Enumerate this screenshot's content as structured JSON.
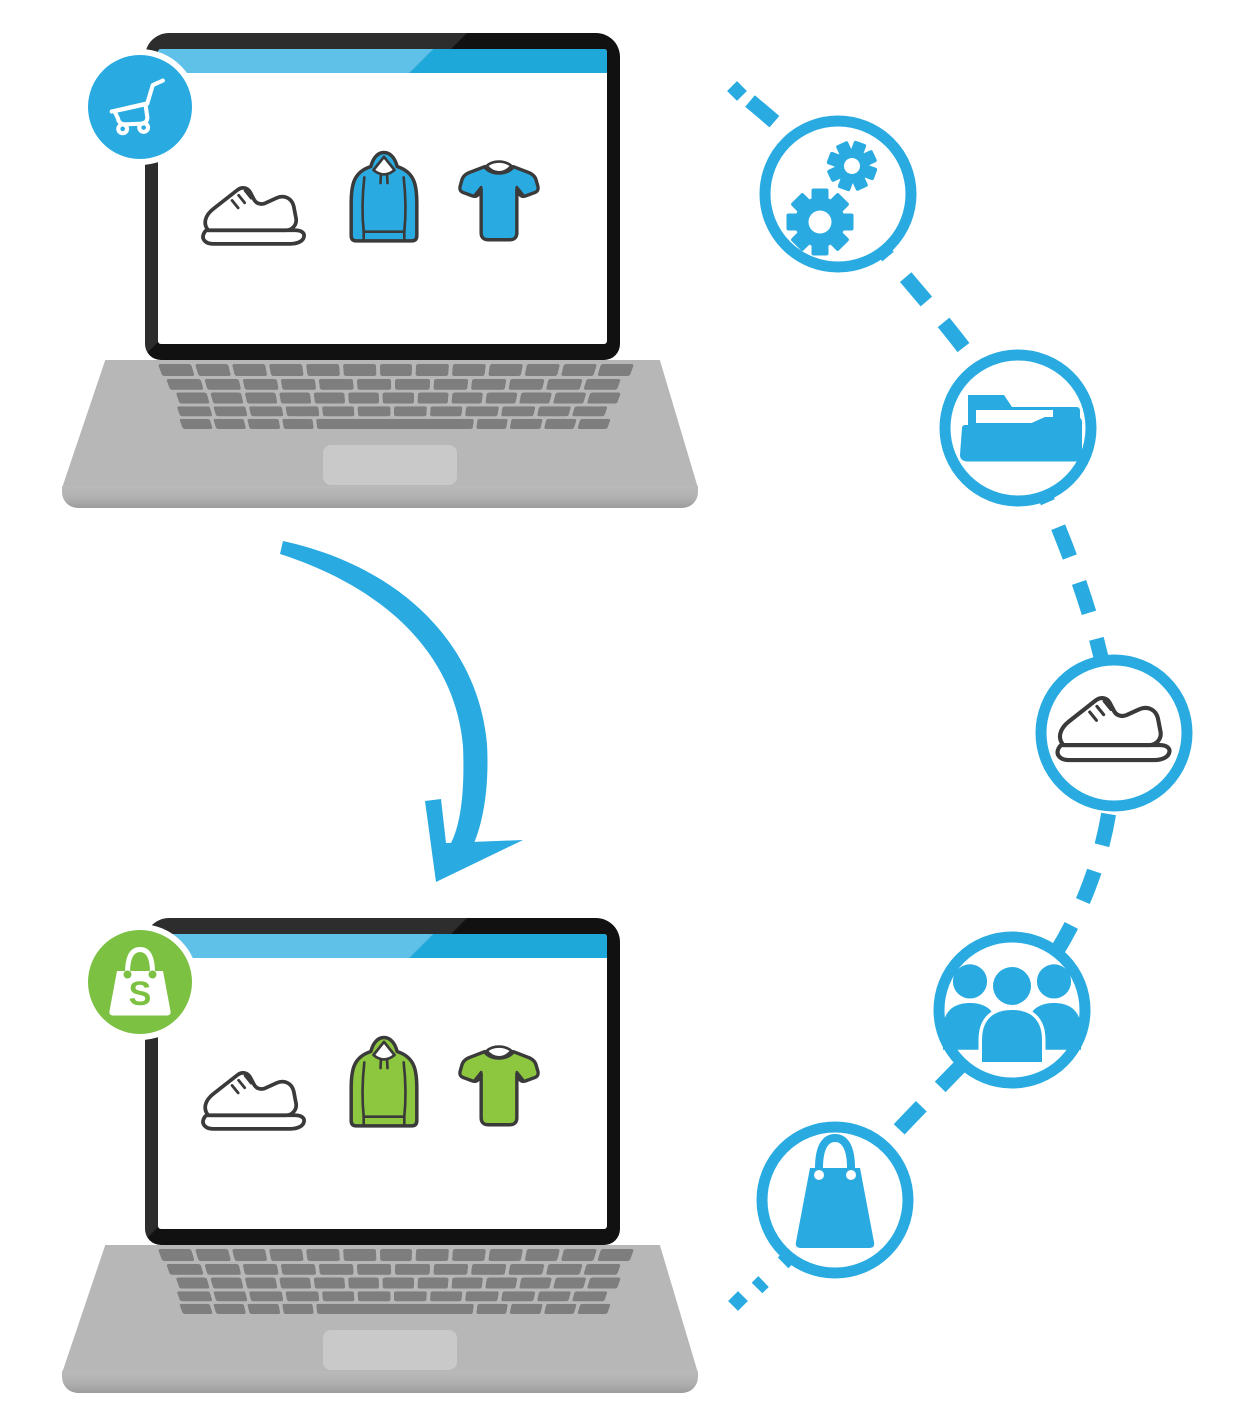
{
  "illustration": {
    "source_laptop": {
      "badge_icon": "shopping-cart",
      "screen_products": [
        "sneaker",
        "hoodie",
        "t-shirt"
      ],
      "accent_color": "#29abe2"
    },
    "target_laptop": {
      "badge_icon": "shopify-shopping-bag",
      "badge_letter": "S",
      "screen_products": [
        "sneaker",
        "hoodie",
        "t-shirt"
      ],
      "accent_color": "#8dc63f",
      "badge_color": "#7cc142"
    },
    "arrow": {
      "icon": "curved-arrow",
      "direction": "source-laptop-to-target-laptop"
    },
    "process_path": {
      "connector_style": "dashed",
      "steps": [
        {
          "icon": "gears"
        },
        {
          "icon": "open-folder"
        },
        {
          "icon": "sneaker"
        },
        {
          "icon": "user-group"
        },
        {
          "icon": "shopping-bag"
        }
      ]
    }
  },
  "colors": {
    "blue": "#29abe2",
    "blue_light": "#5fc0e8",
    "blue_deep": "#1ea7d9",
    "green": "#8dc63f",
    "green_badge": "#7cc142",
    "outline": "#3a3a3a",
    "bezel_light": "#2d2d2d",
    "bezel_dark": "#111111",
    "deck": "#b7b7b7",
    "key": "#7e7e7e",
    "trackpad": "#c9c9c9",
    "lip_edge": "#9c9c9c"
  }
}
